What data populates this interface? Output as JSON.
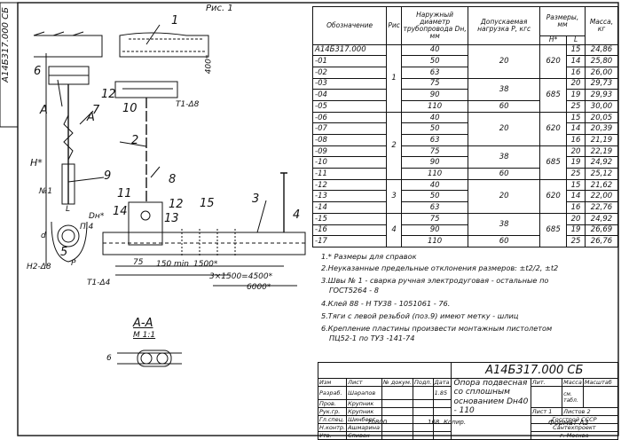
{
  "side_code": "А14Б317.000 СБ",
  "fig_title": "Рис. 1",
  "table": {
    "headers": {
      "designation": "Обозначение",
      "fig": "Рис",
      "diameter": "Наружный диаметр трубопровода Dн, мм",
      "load": "Допускаемая нагрузка Р, кгс",
      "sizes": "Размеры, мм",
      "h": "Н*",
      "l": "L",
      "mass": "Масса, кг"
    },
    "rows": [
      {
        "d": "А14Б317.000",
        "dn": "40",
        "load": "",
        "h": "",
        "l": "15",
        "m": "24,86"
      },
      {
        "d": "-01",
        "dn": "50",
        "load": "",
        "h": "",
        "l": "14",
        "m": "25,80"
      },
      {
        "d": "-02",
        "dn": "63",
        "load": "",
        "h": "",
        "l": "16",
        "m": "26,00"
      },
      {
        "d": "-03",
        "dn": "75",
        "load": "",
        "h": "",
        "l": "20",
        "m": "29,73"
      },
      {
        "d": "-04",
        "dn": "90",
        "load": "",
        "h": "",
        "l": "19",
        "m": "29,93"
      },
      {
        "d": "-05",
        "dn": "110",
        "load": "",
        "h": "",
        "l": "25",
        "m": "30,00"
      },
      {
        "d": "-06",
        "dn": "40",
        "load": "",
        "h": "",
        "l": "15",
        "m": "20,05"
      },
      {
        "d": "-07",
        "dn": "50",
        "load": "",
        "h": "",
        "l": "14",
        "m": "20,39"
      },
      {
        "d": "-08",
        "dn": "63",
        "load": "",
        "h": "",
        "l": "16",
        "m": "21,19"
      },
      {
        "d": "-09",
        "dn": "75",
        "load": "",
        "h": "",
        "l": "20",
        "m": "22,19"
      },
      {
        "d": "-10",
        "dn": "90",
        "load": "",
        "h": "",
        "l": "19",
        "m": "24,92"
      },
      {
        "d": "-11",
        "dn": "110",
        "load": "",
        "h": "",
        "l": "25",
        "m": "25,12"
      },
      {
        "d": "-12",
        "dn": "40",
        "load": "",
        "h": "",
        "l": "15",
        "m": "21,62"
      },
      {
        "d": "-13",
        "dn": "50",
        "load": "",
        "h": "",
        "l": "14",
        "m": "22,00"
      },
      {
        "d": "-14",
        "dn": "63",
        "load": "",
        "h": "",
        "l": "16",
        "m": "22,76"
      },
      {
        "d": "-15",
        "dn": "75",
        "load": "",
        "h": "",
        "l": "20",
        "m": "24,92"
      },
      {
        "d": "-16",
        "dn": "90",
        "load": "",
        "h": "",
        "l": "19",
        "m": "26,69"
      },
      {
        "d": "-17",
        "dn": "110",
        "load": "",
        "h": "",
        "l": "25",
        "m": "26,76"
      }
    ],
    "fig_groups": [
      "1",
      "2",
      "3",
      "4"
    ],
    "load_groups": [
      "20",
      "38",
      "60",
      "20",
      "38",
      "60",
      "20",
      "38",
      "60"
    ],
    "h_groups": [
      "620",
      "685",
      "620",
      "685",
      "620",
      "685"
    ]
  },
  "notes": [
    "1.* Размеры для справок",
    "2.Неуказанные предельные отклонения размеров: ±t2/2, ±t2",
    "3.Швы № 1 - сварка ручная электродуговая - остальные по",
    "ГОСТ5264 - 8",
    "4.Клей 88 - Н ТУ38 - 1051061 - 76.",
    "5.Тяги с левой резьбой (поз.9) имеют метку - шлиц",
    "6.Крепление пластины произвести монтажным пистолетом",
    "ПЦ52-1 по ТУ3 -141-74"
  ],
  "drawing": {
    "section_label": "А-А",
    "section_scale": "М 1:1",
    "section_dim": "6",
    "callouts": [
      "1",
      "2",
      "3",
      "4",
      "5",
      "6",
      "7",
      "8",
      "9",
      "10",
      "11",
      "12",
      "13",
      "14",
      "15"
    ],
    "labels": {
      "a_left": "А",
      "a_right": "А",
      "h_star": "Н*",
      "no1": "№1",
      "dn_star": "Dн*",
      "d_mark": "d",
      "l_mark": "L",
      "t1_a": "Т1-Δ8",
      "t1_b": "Т1-Δ4",
      "h2": "Н2-Δ8",
      "p": "Р",
      "n4": "П.4",
      "z_400": "400*",
      "dim_75": "75",
      "dim_150": "150 min",
      "dim_1500": "1500*",
      "dim_3x": "3×1500=4500*",
      "dim_6000": "6000*"
    }
  },
  "title_block": {
    "code": "А14Б317.000 СБ",
    "name": "Опора подвесная со сплошным основанием Dн40 - 110",
    "lit": "Лит.",
    "mass": "Масса",
    "scale": "Масштаб",
    "mass_val": "см. табл.",
    "sheet": "Лист 1",
    "sheets": "Листов 2",
    "org1": "Госстрой СССР",
    "org2": "Сантехпроект",
    "org3": "г. Москва",
    "format": "Формат А3",
    "rows": [
      [
        "Изм",
        "Лист",
        "№ докум.",
        "Подп.",
        "Дата"
      ],
      [
        "Разраб.",
        "Шарапов",
        "",
        "",
        "1.85"
      ],
      [
        "Пров.",
        "Крупник",
        "",
        "",
        ""
      ],
      [
        "Рук.гр.",
        "Крупник",
        "",
        "",
        ""
      ],
      [
        "Гл.спец.",
        "Шинберг",
        "",
        "",
        ""
      ],
      [
        "Н.контр.",
        "Ашмарина",
        "",
        "",
        ""
      ],
      [
        "Утв.",
        "Спивак",
        "",
        "",
        ""
      ]
    ],
    "footer_num": "20800",
    "footer_sheet": "168",
    "footer_copy": "Копир."
  }
}
